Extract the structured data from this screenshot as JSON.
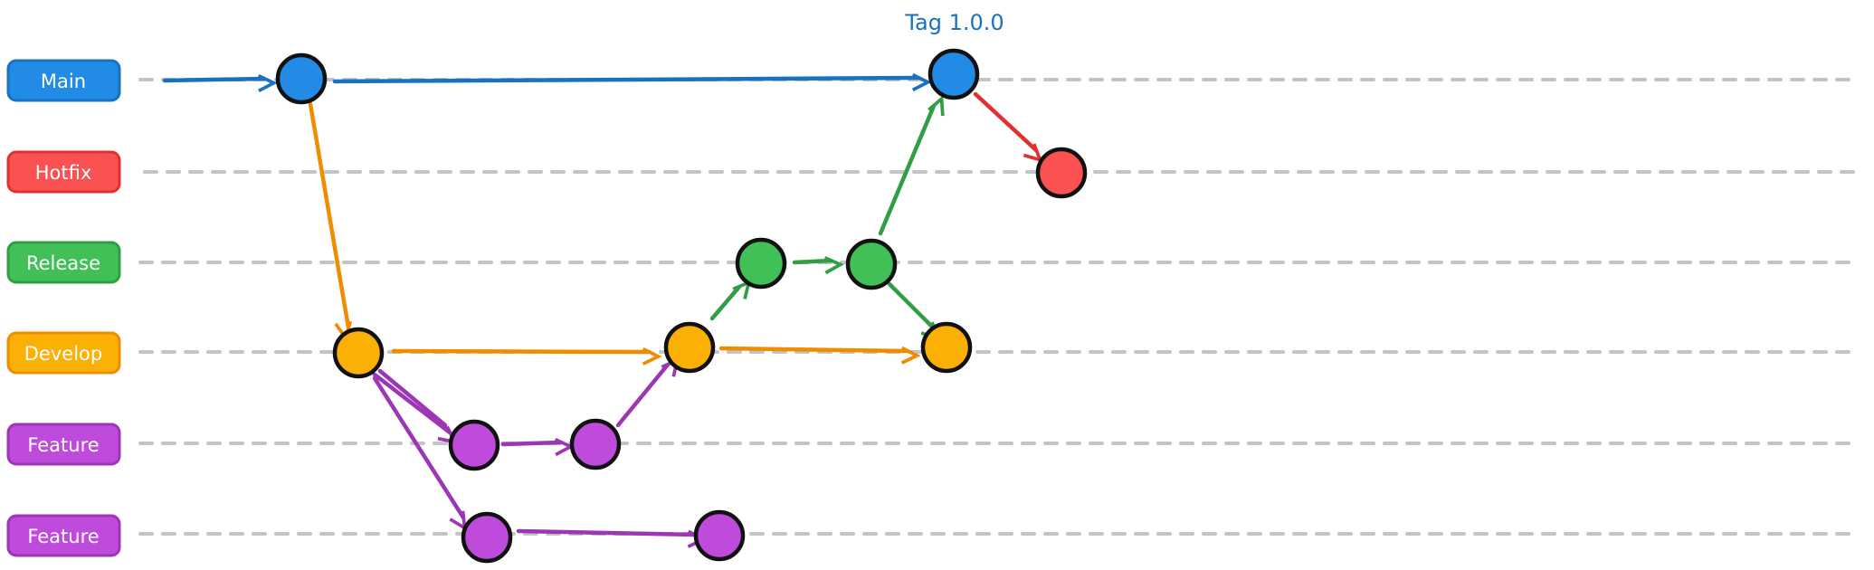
{
  "colors": {
    "main": "#228be6",
    "main_arrow": "#1971c2",
    "hotfix": "#fa5252",
    "hotfix_arrow": "#e03131",
    "release": "#40c057",
    "release_arrow": "#2f9e44",
    "develop": "#fab005",
    "develop_arrow": "#f08c00",
    "feature": "#be4bdb",
    "feature_arrow": "#9c36b5"
  },
  "lanes": [
    {
      "id": "main",
      "label": "Main"
    },
    {
      "id": "hotfix",
      "label": "Hotfix"
    },
    {
      "id": "release",
      "label": "Release"
    },
    {
      "id": "develop",
      "label": "Develop"
    },
    {
      "id": "feature-1",
      "label": "Feature"
    },
    {
      "id": "feature-2",
      "label": "Feature"
    }
  ],
  "tag": {
    "label": "Tag 1.0.0"
  }
}
